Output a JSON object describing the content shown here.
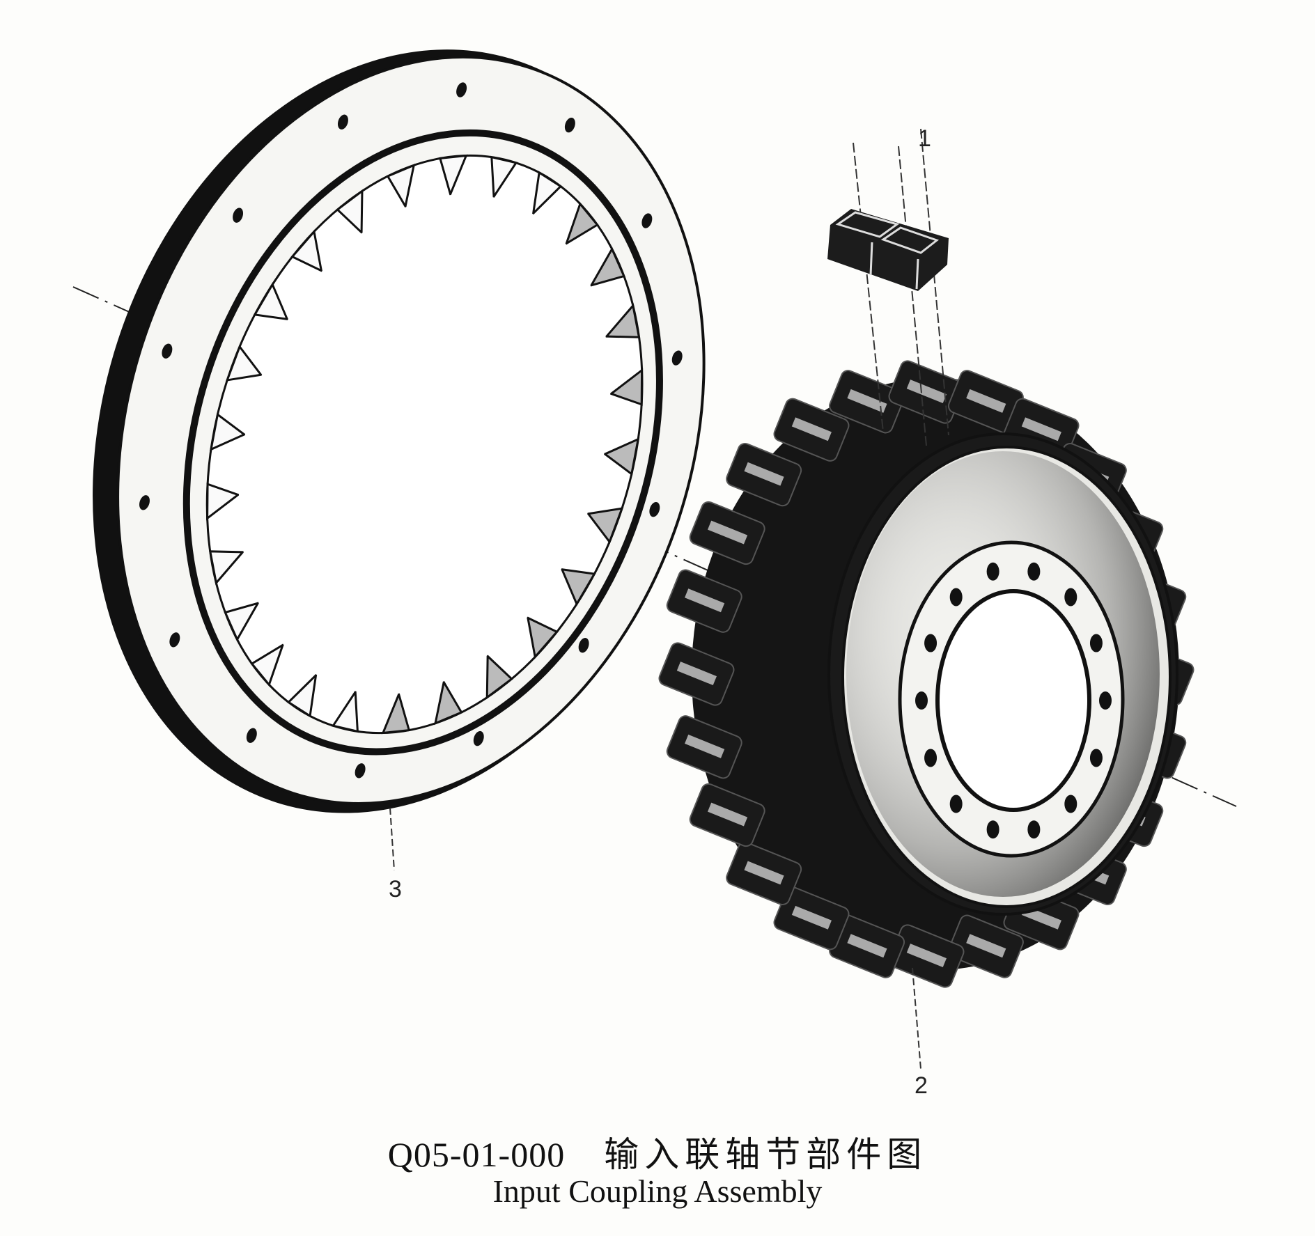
{
  "callouts": {
    "part1": "1",
    "part2": "2",
    "part3": "3"
  },
  "caption": {
    "code": "Q05-01-000",
    "title_cn": "输入联轴节部件图",
    "title_en": "Input Coupling Assembly"
  },
  "colors": {
    "ink": "#111111",
    "paper": "#fdfdfb"
  }
}
